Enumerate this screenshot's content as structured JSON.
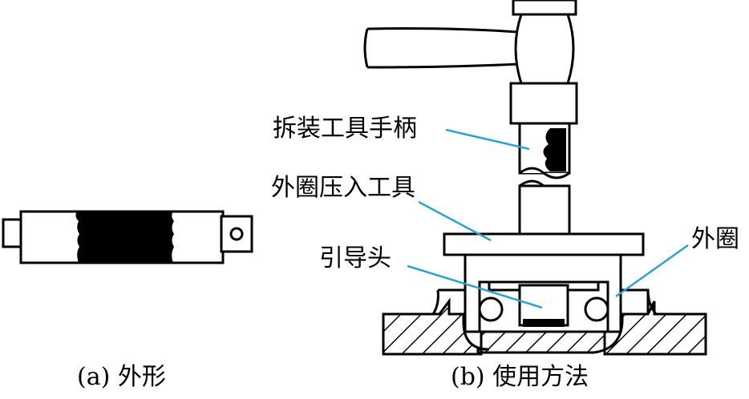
{
  "labels": {
    "handle": "拆装工具手柄",
    "press_tool": "外圈压入工具",
    "guide_head": "引导头",
    "outer_ring": "外圈"
  },
  "captions": {
    "a": "(a) 外形",
    "b": "(b) 使用方法"
  },
  "colors": {
    "leader": "#29a3d6",
    "ink": "#000000"
  }
}
